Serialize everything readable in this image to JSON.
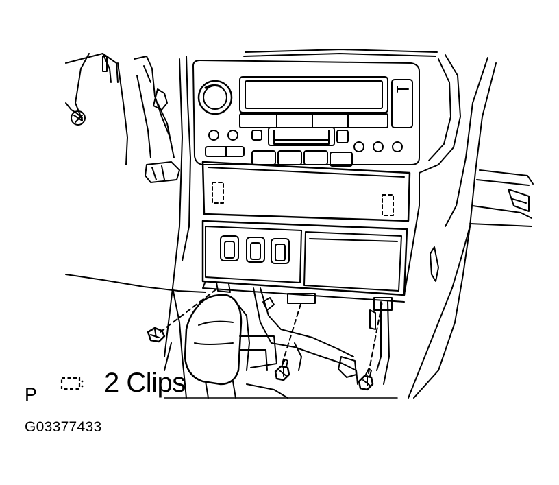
{
  "diagram": {
    "view_label": "P",
    "legend": {
      "symbol": "clip-outline-icon",
      "text": "2 Clips"
    },
    "figure_id": "G03377433"
  }
}
